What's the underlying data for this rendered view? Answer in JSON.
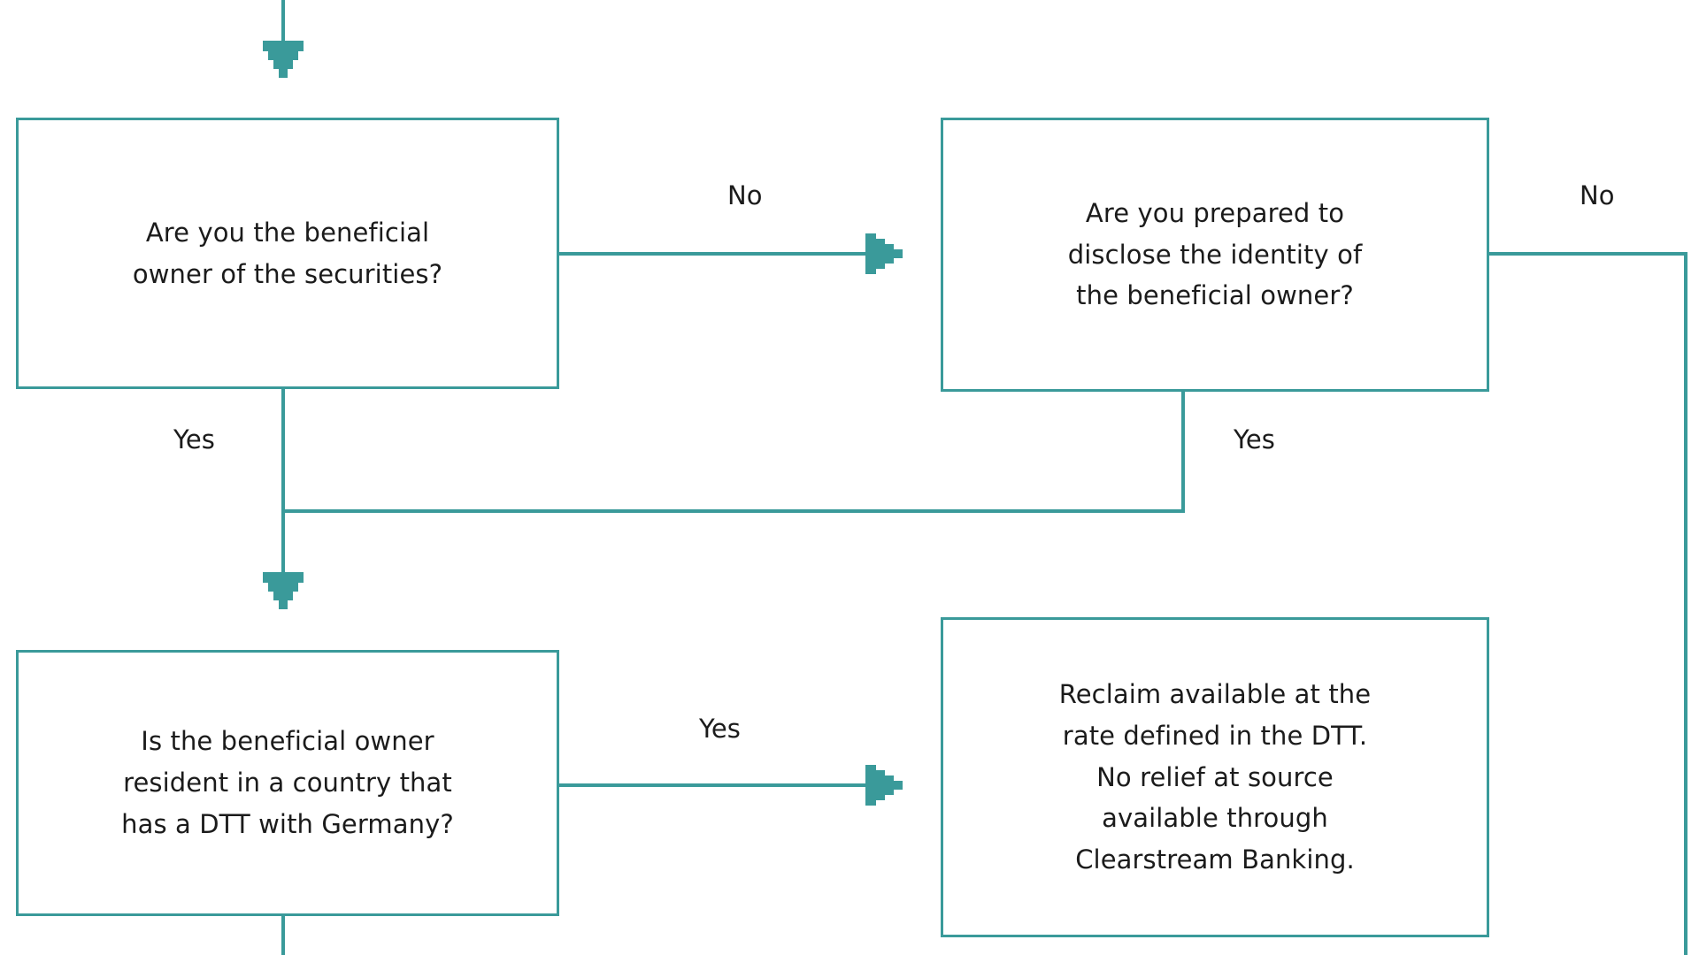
{
  "diagram": {
    "title": "German withholding tax relief decision flowchart (partial)",
    "accent_color": "#3a9a9a",
    "text_color": "#1b1b1b",
    "background_color": "#ffffff",
    "nodes": [
      {
        "id": "beneficial-owner-question",
        "text": "Are you the beneficial\nowner of the securities?",
        "shape": "rectangle"
      },
      {
        "id": "disclose-identity-question",
        "text": "Are you prepared to\ndisclose the identity of\nthe beneficial owner?",
        "shape": "rectangle"
      },
      {
        "id": "dtt-country-question",
        "text": "Is the beneficial owner\nresident in a country that\nhas a DTT with Germany?",
        "shape": "rectangle"
      },
      {
        "id": "reclaim-outcome",
        "text": "Reclaim available at the\nrate defined in the DTT.\nNo relief at source\navailable through\nClearstream Banking.",
        "shape": "rectangle"
      }
    ],
    "edge_labels": [
      {
        "id": "no-to-disclose",
        "text": "No"
      },
      {
        "id": "no-from-disclose",
        "text": "No"
      },
      {
        "id": "yes-from-beneficial-owner",
        "text": "Yes"
      },
      {
        "id": "yes-from-disclose",
        "text": "Yes"
      },
      {
        "id": "yes-to-reclaim",
        "text": "Yes"
      }
    ],
    "arrows": [
      {
        "id": "incoming-top-arrow",
        "direction": "down"
      },
      {
        "id": "arrow-into-disclose",
        "direction": "right"
      },
      {
        "id": "arrow-into-dtt-question",
        "direction": "down"
      },
      {
        "id": "arrow-into-reclaim",
        "direction": "right"
      }
    ]
  }
}
